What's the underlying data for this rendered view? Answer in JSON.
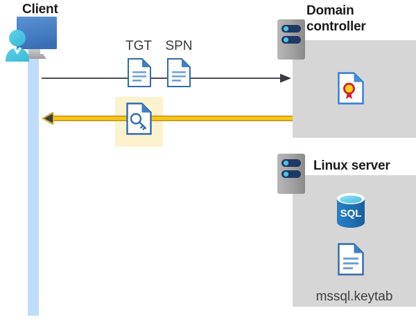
{
  "diagram": {
    "title_client": "Client",
    "title_domain_controller": "Domain\ncontroller",
    "title_domain_controller_line1": "Domain",
    "title_domain_controller_line2": "controller",
    "title_linux_server": "Linux server",
    "label_tgt": "TGT",
    "label_spn": "SPN",
    "label_keytab": "mssql.keytab",
    "label_sql": "SQL"
  },
  "icons": {
    "client": "user-monitor-icon",
    "tgt_document": "document-icon",
    "spn_document": "document-icon",
    "ticket_document": "document-key-icon",
    "server_dc": "server-rack-icon",
    "server_linux": "server-rack-icon",
    "certificate": "certificate-document-icon",
    "database": "sql-database-icon",
    "keytab_document": "document-icon"
  },
  "flows": {
    "request_arrow": "request-arrow-right",
    "response_arrow": "response-arrow-left"
  },
  "colors": {
    "panel_gray": "#d6d6d6",
    "lifeline_blue": "#bfdcfb",
    "highlight_yellow": "#fdf2ce",
    "arrow_yellow": "#f5c518",
    "arrow_dark": "#3b3b44",
    "doc_blue": "#3f7fc1",
    "doc_blue_dark": "#2f6aad",
    "server_gray": "#9b9b9b",
    "server_navy": "#1f3864",
    "accent_cyan": "#4cc2e0",
    "sql_blue": "#1f6fb5",
    "cert_yellow": "#ffd21e",
    "cert_red": "#d42027",
    "text_dark": "#1b1b1b"
  }
}
